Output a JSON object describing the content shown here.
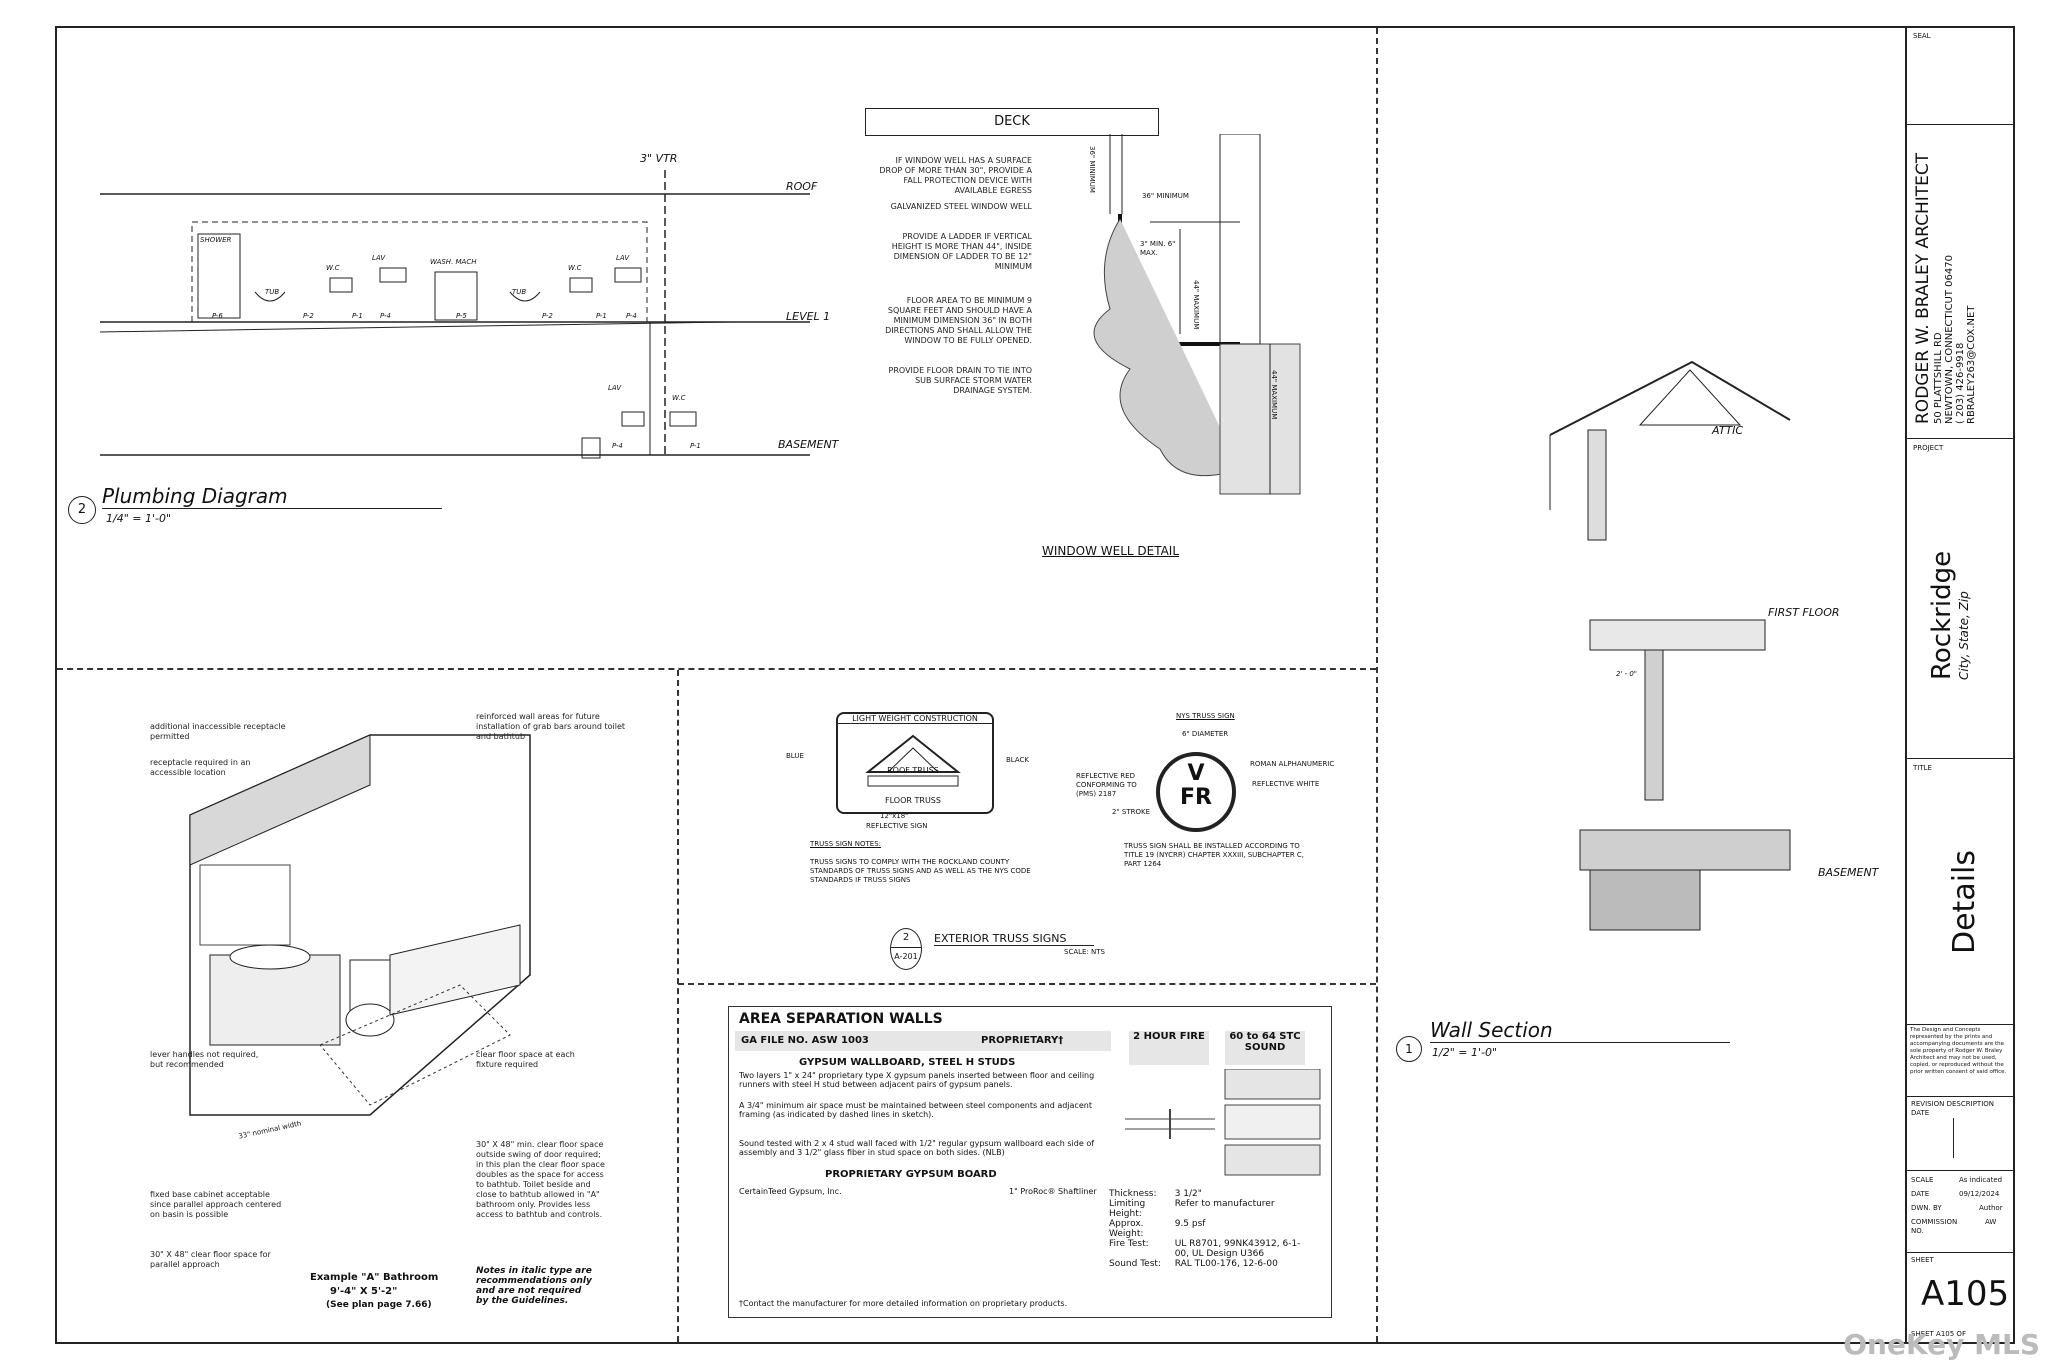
{
  "title_block": {
    "seal_label": "SEAL",
    "architect_name": "RODGER W. BRALEY ARCHITECT",
    "architect_address": "50 PLATTSHILL RD",
    "architect_city": "NEWTOWN, CONNECTICUT 06470",
    "architect_phone": "( 203) 426-9918",
    "architect_email": "RBRALEY263@COX.NET",
    "project_label": "PROJECT",
    "project_name": "Rockridge",
    "project_location": "City, State, Zip",
    "title_label": "TITLE",
    "title_value": "Details",
    "disclaimer": "The Design and Concepts represented by the prints and accompanying documents are the sole property of Rodger W. Braley Architect and may not be used, copied, or reproduced without the prior written consent of said office.",
    "revision_label": "REVISION DESCRIPTION",
    "revision_date_label": "DATE",
    "scale_label": "SCALE",
    "scale_value": "As indicated",
    "date_label": "DATE",
    "date_value": "09/12/2024",
    "dwn_label": "DWN. BY",
    "dwn_value": "Author",
    "commission_label": "COMMISSION NO.",
    "commission_value": "AW",
    "sheet_label": "SHEET",
    "sheet_value": "A105",
    "sheet_of": "SHEET A105 OF"
  },
  "plumbing": {
    "title": "Plumbing Diagram",
    "number": "2",
    "scale": "1/4\" = 1'-0\"",
    "vtr": "3\" VTR",
    "roof": "ROOF",
    "level1": "LEVEL 1",
    "basement": "BASEMENT",
    "fixtures": [
      "SHOWER",
      "TUB",
      "W.C",
      "LAV",
      "WASH. MACH",
      "TUB",
      "W.C",
      "LAV"
    ],
    "pipes": [
      "P-6",
      "P-2",
      "P-1",
      "P-4",
      "P-5",
      "P-2",
      "P-1",
      "P-4"
    ],
    "basement_fixtures": [
      "LAV",
      "W.C"
    ],
    "basement_pipes": [
      "P-4",
      "P-1"
    ]
  },
  "window_well": {
    "title": "WINDOW WELL DETAIL",
    "deck": "DECK",
    "min_36": "36\" MINIMUM",
    "min_36v": "36\" MINIMUM",
    "dim_3": "3\" MIN. 6\" MAX.",
    "max_44": "44\" MAXIMUM",
    "max_44b": "44\" MAXIMUM",
    "notes": [
      "IF WINDOW WELL HAS A SURFACE DROP OF MORE THAN 30\", PROVIDE A FALL PROTECTION DEVICE WITH AVAILABLE EGRESS",
      "GALVANIZED STEEL WINDOW WELL",
      "PROVIDE A LADDER IF VERTICAL HEIGHT IS MORE THAN 44\", INSIDE DIMENSION OF LADDER TO BE 12\" MINIMUM",
      "FLOOR AREA TO BE MINIMUM 9 SQUARE FEET AND SHOULD HAVE A MINIMUM DIMENSION 36\" IN BOTH DIRECTIONS AND SHALL ALLOW THE WINDOW TO BE FULLY OPENED.",
      "PROVIDE FLOOR DRAIN TO TIE INTO SUB SURFACE STORM WATER DRAINAGE SYSTEM."
    ]
  },
  "wall_section": {
    "title": "Wall Section",
    "number": "1",
    "scale": "1/2\" = 1'-0\"",
    "attic": "ATTIC",
    "first_floor": "FIRST FLOOR",
    "basement": "BASEMENT",
    "dim": "2' - 0\""
  },
  "bathroom": {
    "left_notes": [
      "additional inaccessible receptacle permitted",
      "receptacle required in an accessible location",
      "lever handles not required, but recommended",
      "fixed base cabinet acceptable since parallel approach centered on basin is possible",
      "30\" X 48\" clear floor space for parallel approach"
    ],
    "right_notes": [
      "reinforced wall areas for future installation of grab bars around toilet and bathtub",
      "clear floor space at each fixture required",
      "30\" X 48\" min. clear floor space outside swing of door required; in this plan the clear floor space doubles as the space for access to bathtub. Toilet beside and close to bathtub allowed in \"A\" bathroom only. Provides less access to bathtub and controls."
    ],
    "dim_label": "33\" nominal width",
    "caption_title": "Example \"A\" Bathroom",
    "caption_size": "9'-4\" X 5'-2\"",
    "caption_ref": "(See plan page 7.66)",
    "italic_note": "Notes in italic type are recommendations only and are not required by the Guidelines."
  },
  "truss": {
    "sign_header": "LIGHT WEIGHT CONSTRUCTION",
    "roof_truss": "ROOF TRUSS",
    "floor_truss": "FLOOR TRUSS",
    "blue": "BLUE",
    "black": "BLACK",
    "sign_size": "12\"x18\"",
    "sign_reflective": "REFLECTIVE SIGN",
    "nys_title": "NYS TRUSS SIGN",
    "diameter": "6\" DIAMETER",
    "roman": "ROMAN ALPHANUMERIC",
    "reflective_white": "REFLECTIVE WHITE",
    "reflective_red": "REFLECTIVE RED CONFORMING TO (PMS) 2187",
    "stroke": "2\" STROKE",
    "v": "V",
    "fr": "FR",
    "nys_note": "TRUSS SIGN SHALL BE INSTALLED ACCORDING TO TITLE 19 (NYCRR) CHAPTER XXXIII, SUBCHAPTER C, PART 1264",
    "notes_title": "TRUSS SIGN NOTES:",
    "notes": "TRUSS SIGNS TO COMPLY WITH THE ROCKLAND COUNTY STANDARDS OF TRUSS SIGNS AND AS WELL AS THE NYS CODE STANDARDS IF TRUSS SIGNS",
    "title": "EXTERIOR TRUSS SIGNS",
    "number": "2",
    "ref": "A-201",
    "scale": "SCALE: NTS"
  },
  "area_sep": {
    "title": "AREA SEPARATION WALLS",
    "ga_file": "GA FILE NO. ASW 1003",
    "proprietary": "PROPRIETARY†",
    "fire": "2 HOUR FIRE",
    "sound": "60 to 64 STC SOUND",
    "sub1": "GYPSUM WALLBOARD, STEEL H STUDS",
    "p1": "Two layers 1\" x 24\" proprietary type X gypsum panels inserted between floor and ceiling runners with steel H stud between adjacent pairs of gypsum panels.",
    "p2": "A 3/4\" minimum air space must be maintained between steel components and adjacent framing (as indicated by dashed lines in sketch).",
    "p3": "Sound tested with 2 x 4 stud wall faced with 1/2\" regular gypsum wallboard each side of assembly and 3 1/2\" glass fiber in stud space on both sides. (NLB)",
    "sub2": "PROPRIETARY GYPSUM BOARD",
    "mfr": "CertainTeed Gypsum, Inc.",
    "product": "1\" ProRoc® Shaftliner",
    "specs": [
      [
        "Thickness:",
        "3 1/2\""
      ],
      [
        "Limiting Height:",
        "Refer to manufacturer"
      ],
      [
        "Approx. Weight:",
        "9.5 psf"
      ],
      [
        "Fire Test:",
        "UL R8701, 99NK43912, 6-1-00, UL Design U366"
      ],
      [
        "Sound Test:",
        "RAL TL00-176, 12-6-00"
      ]
    ],
    "footnote": "†Contact the manufacturer for more detailed information on proprietary products."
  },
  "watermark": "OneKey MLS"
}
